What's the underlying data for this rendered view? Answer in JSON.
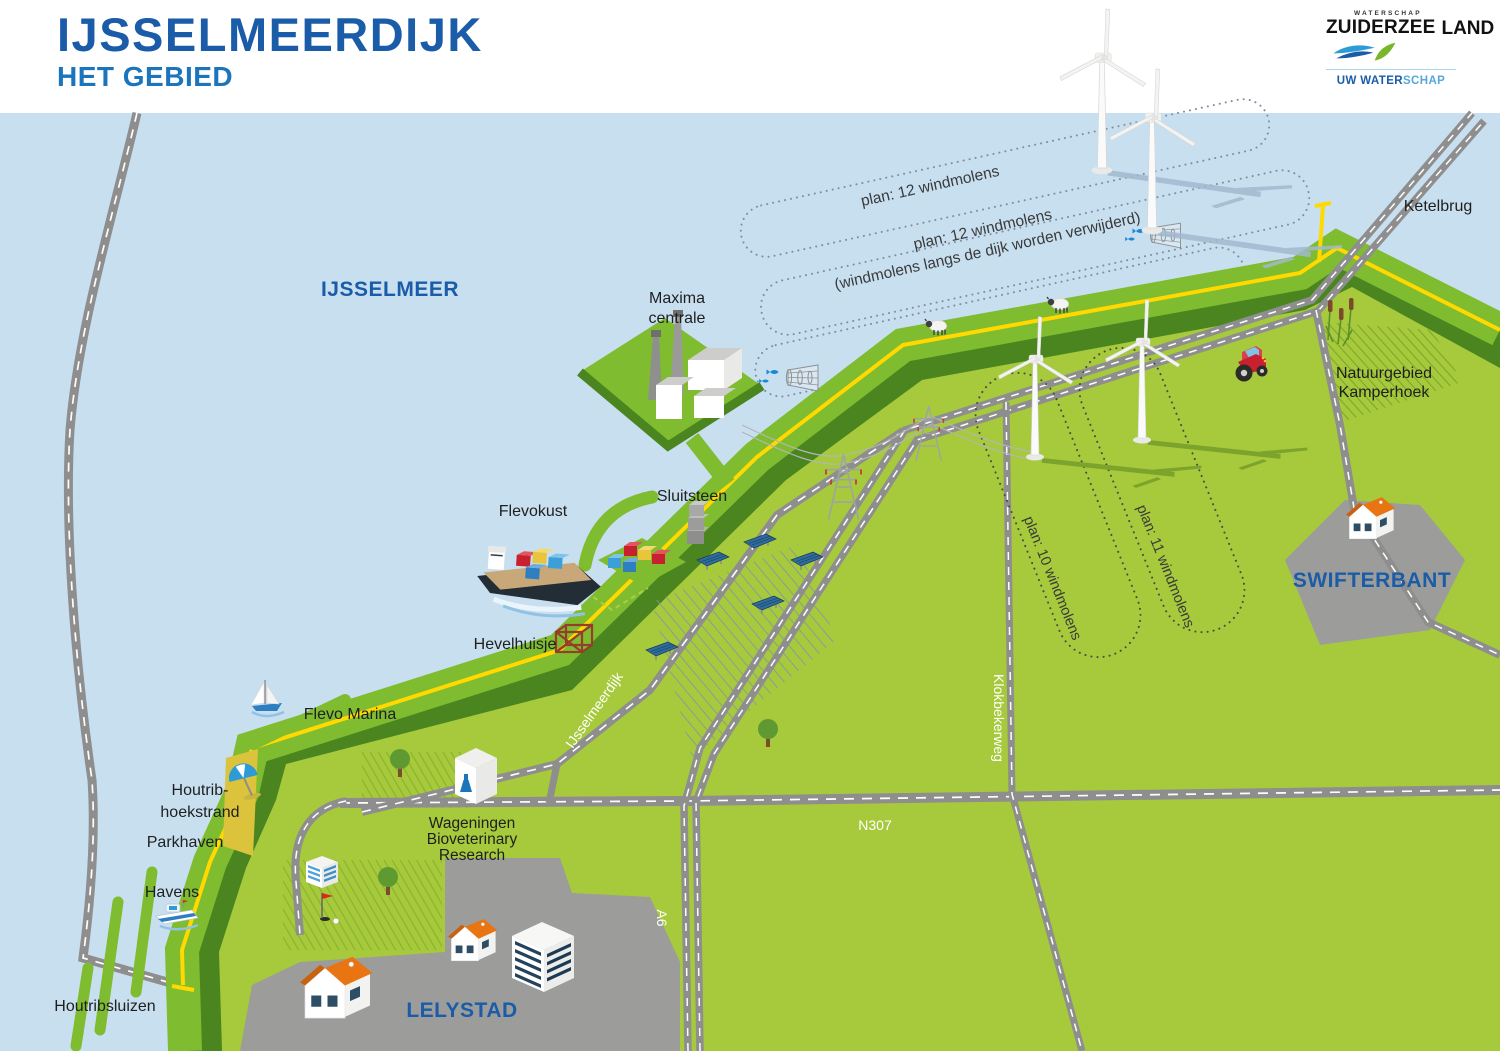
{
  "header": {
    "title": "IJSSELMEERDIJK",
    "subtitle": "HET GEBIED",
    "logo": {
      "waterschap": "WATERSCHAP",
      "zuiderzee": "ZUIDERZEE",
      "land": "LAND",
      "tagline_strong": "UW WATER",
      "tagline_light": "SCHAP"
    }
  },
  "map": {
    "sea": "IJSSELMEER",
    "cities": {
      "lelystad": "LELYSTAD",
      "swifterbant": "SWIFTERBANT"
    },
    "labels": {
      "plan12_offshore": "plan: 12 windmolens",
      "plan12_dike_1": "plan: 12 windmolens",
      "plan12_dike_2": "(windmolens langs de dijk worden verwijderd)",
      "plan10": "plan: 10 windmolens",
      "plan11": "plan: 11 windmolens",
      "ketelbrug": "Ketelbrug",
      "maxima_1": "Maxima",
      "maxima_2": "centrale",
      "natuur_1": "Natuurgebied",
      "natuur_2": "Kamperhoek",
      "flevokust": "Flevokust",
      "sluitsteen": "Sluitsteen",
      "hevelhuisje": "Hevelhuisje",
      "flevo_marina": "Flevo Marina",
      "houtrib_1": "Houtrib-",
      "houtrib_2": "hoekstrand",
      "parkhaven": "Parkhaven",
      "havens": "Havens",
      "houtribsluizen": "Houtribsluizen",
      "wbr_1": "Wageningen",
      "wbr_2": "Bioveterinary",
      "wbr_3": "Research"
    },
    "roads": {
      "n307": "N307",
      "a6": "A6",
      "ijsselmeerdijk": "IJsselmeerdijk",
      "klokbekerweg": "Klokbekerweg"
    },
    "colors": {
      "water": "#C8DFF0",
      "land": "#A6CA3C",
      "dike_bright": "#7FBC30",
      "dike_dark": "#4A851F",
      "dike_line": "#FFD900",
      "road": "#8E8E8E",
      "city_grey": "#9C9C9B",
      "sand": "#DCC33C",
      "title_blue": "#1A5CA8",
      "subtitle_blue": "#1B75BC",
      "roof_orange": "#E87511",
      "fish_blue": "#1B87D4"
    },
    "icons": [
      "wind-turbine-icon",
      "sheep-icon",
      "tractor-icon",
      "container-ship-icon",
      "sailboat-icon",
      "motorboat-icon",
      "beach-umbrella-icon",
      "power-plant-icon",
      "electricity-pylon-icon",
      "solar-panel-icon",
      "house-icon",
      "office-building-icon",
      "laboratory-icon",
      "fyke-net-icon",
      "fish-icon",
      "reed-icon",
      "tree-icon",
      "golf-flag-icon",
      "containers-icon",
      "stone-stack-icon",
      "hevelhuisje-icon",
      "greenhouse-icon"
    ]
  }
}
